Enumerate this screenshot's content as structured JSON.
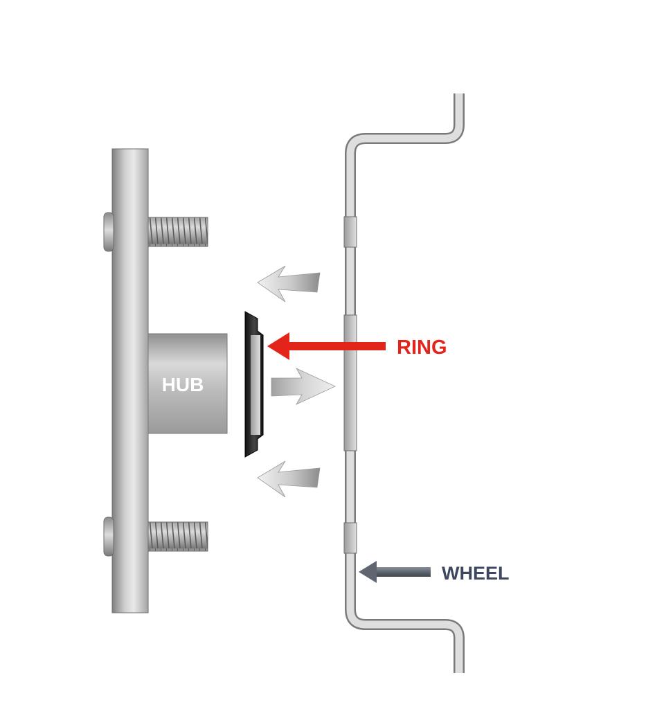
{
  "labels": {
    "hub": "HUB",
    "ring": "RING",
    "wheel": "WHEEL"
  },
  "colors": {
    "ring_accent": "#e3241b",
    "wheel_label": "#3d4860",
    "wheel_arrow": "#5f6670",
    "metal_light": "#e6e6e6",
    "metal_dark": "#8e8e8e",
    "ring_part": "#1a1a1a"
  }
}
